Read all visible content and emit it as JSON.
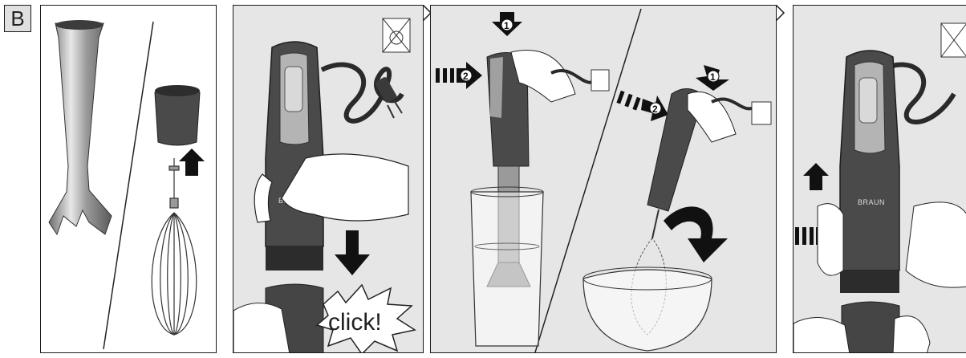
{
  "section_label": "B",
  "panel2": {
    "brand": "BRAUN",
    "click_label": "click!"
  },
  "panel3": {
    "step1_top_left": "1",
    "step2_left": "2",
    "step1_top_right": "1",
    "step2_right": "2"
  },
  "panel4": {
    "brand": "BRAUN"
  }
}
